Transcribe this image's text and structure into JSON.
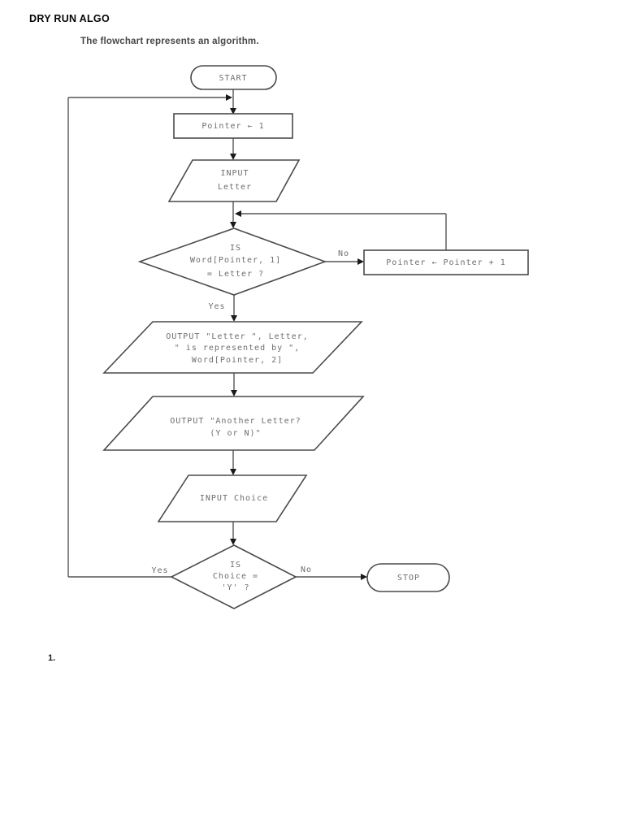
{
  "page": {
    "header": "DRY RUN ALGO",
    "caption": "The flowchart represents an algorithm.",
    "footer_number": "1."
  },
  "colors": {
    "line": "#4a4a4a",
    "arrowhead": "#1a1a1a",
    "node_text": "#6e6e6e",
    "header_text": "#050505",
    "background": "#ffffff"
  },
  "flow": {
    "start": {
      "label": "START"
    },
    "init": {
      "label": "Pointer ← 1"
    },
    "input_letter": {
      "l1": "INPUT",
      "l2": "Letter"
    },
    "dec_word": {
      "l1": "IS",
      "l2": "Word[Pointer, 1]",
      "l3": "= Letter ?",
      "no": "No",
      "yes": "Yes"
    },
    "increment": {
      "label": "Pointer ← Pointer + 1"
    },
    "out_letter": {
      "l1": "OUTPUT \"Letter \", Letter,",
      "l2": "\" is represented by \",",
      "l3": "Word[Pointer, 2]"
    },
    "out_another": {
      "l1": "OUTPUT \"Another Letter?",
      "l2": "(Y or N)\""
    },
    "input_choice": {
      "label": "INPUT Choice"
    },
    "dec_choice": {
      "l1": "IS",
      "l2": "Choice =",
      "l3": "'Y' ?",
      "yes": "Yes",
      "no": "No"
    },
    "stop": {
      "label": "STOP"
    }
  }
}
